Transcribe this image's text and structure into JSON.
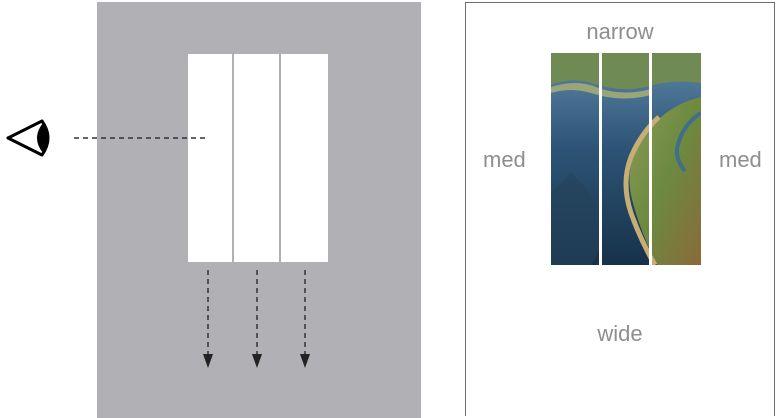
{
  "diagram": {
    "left_panel": {
      "strip_count": 3,
      "colors": {
        "background": "#b1b1b5",
        "screen": "#ffffff",
        "arrow": "#333333"
      }
    },
    "right_panel": {
      "labels": {
        "top": "narrow",
        "left": "med",
        "right": "med",
        "bottom": "wide"
      },
      "image_strip_count": 3
    }
  }
}
